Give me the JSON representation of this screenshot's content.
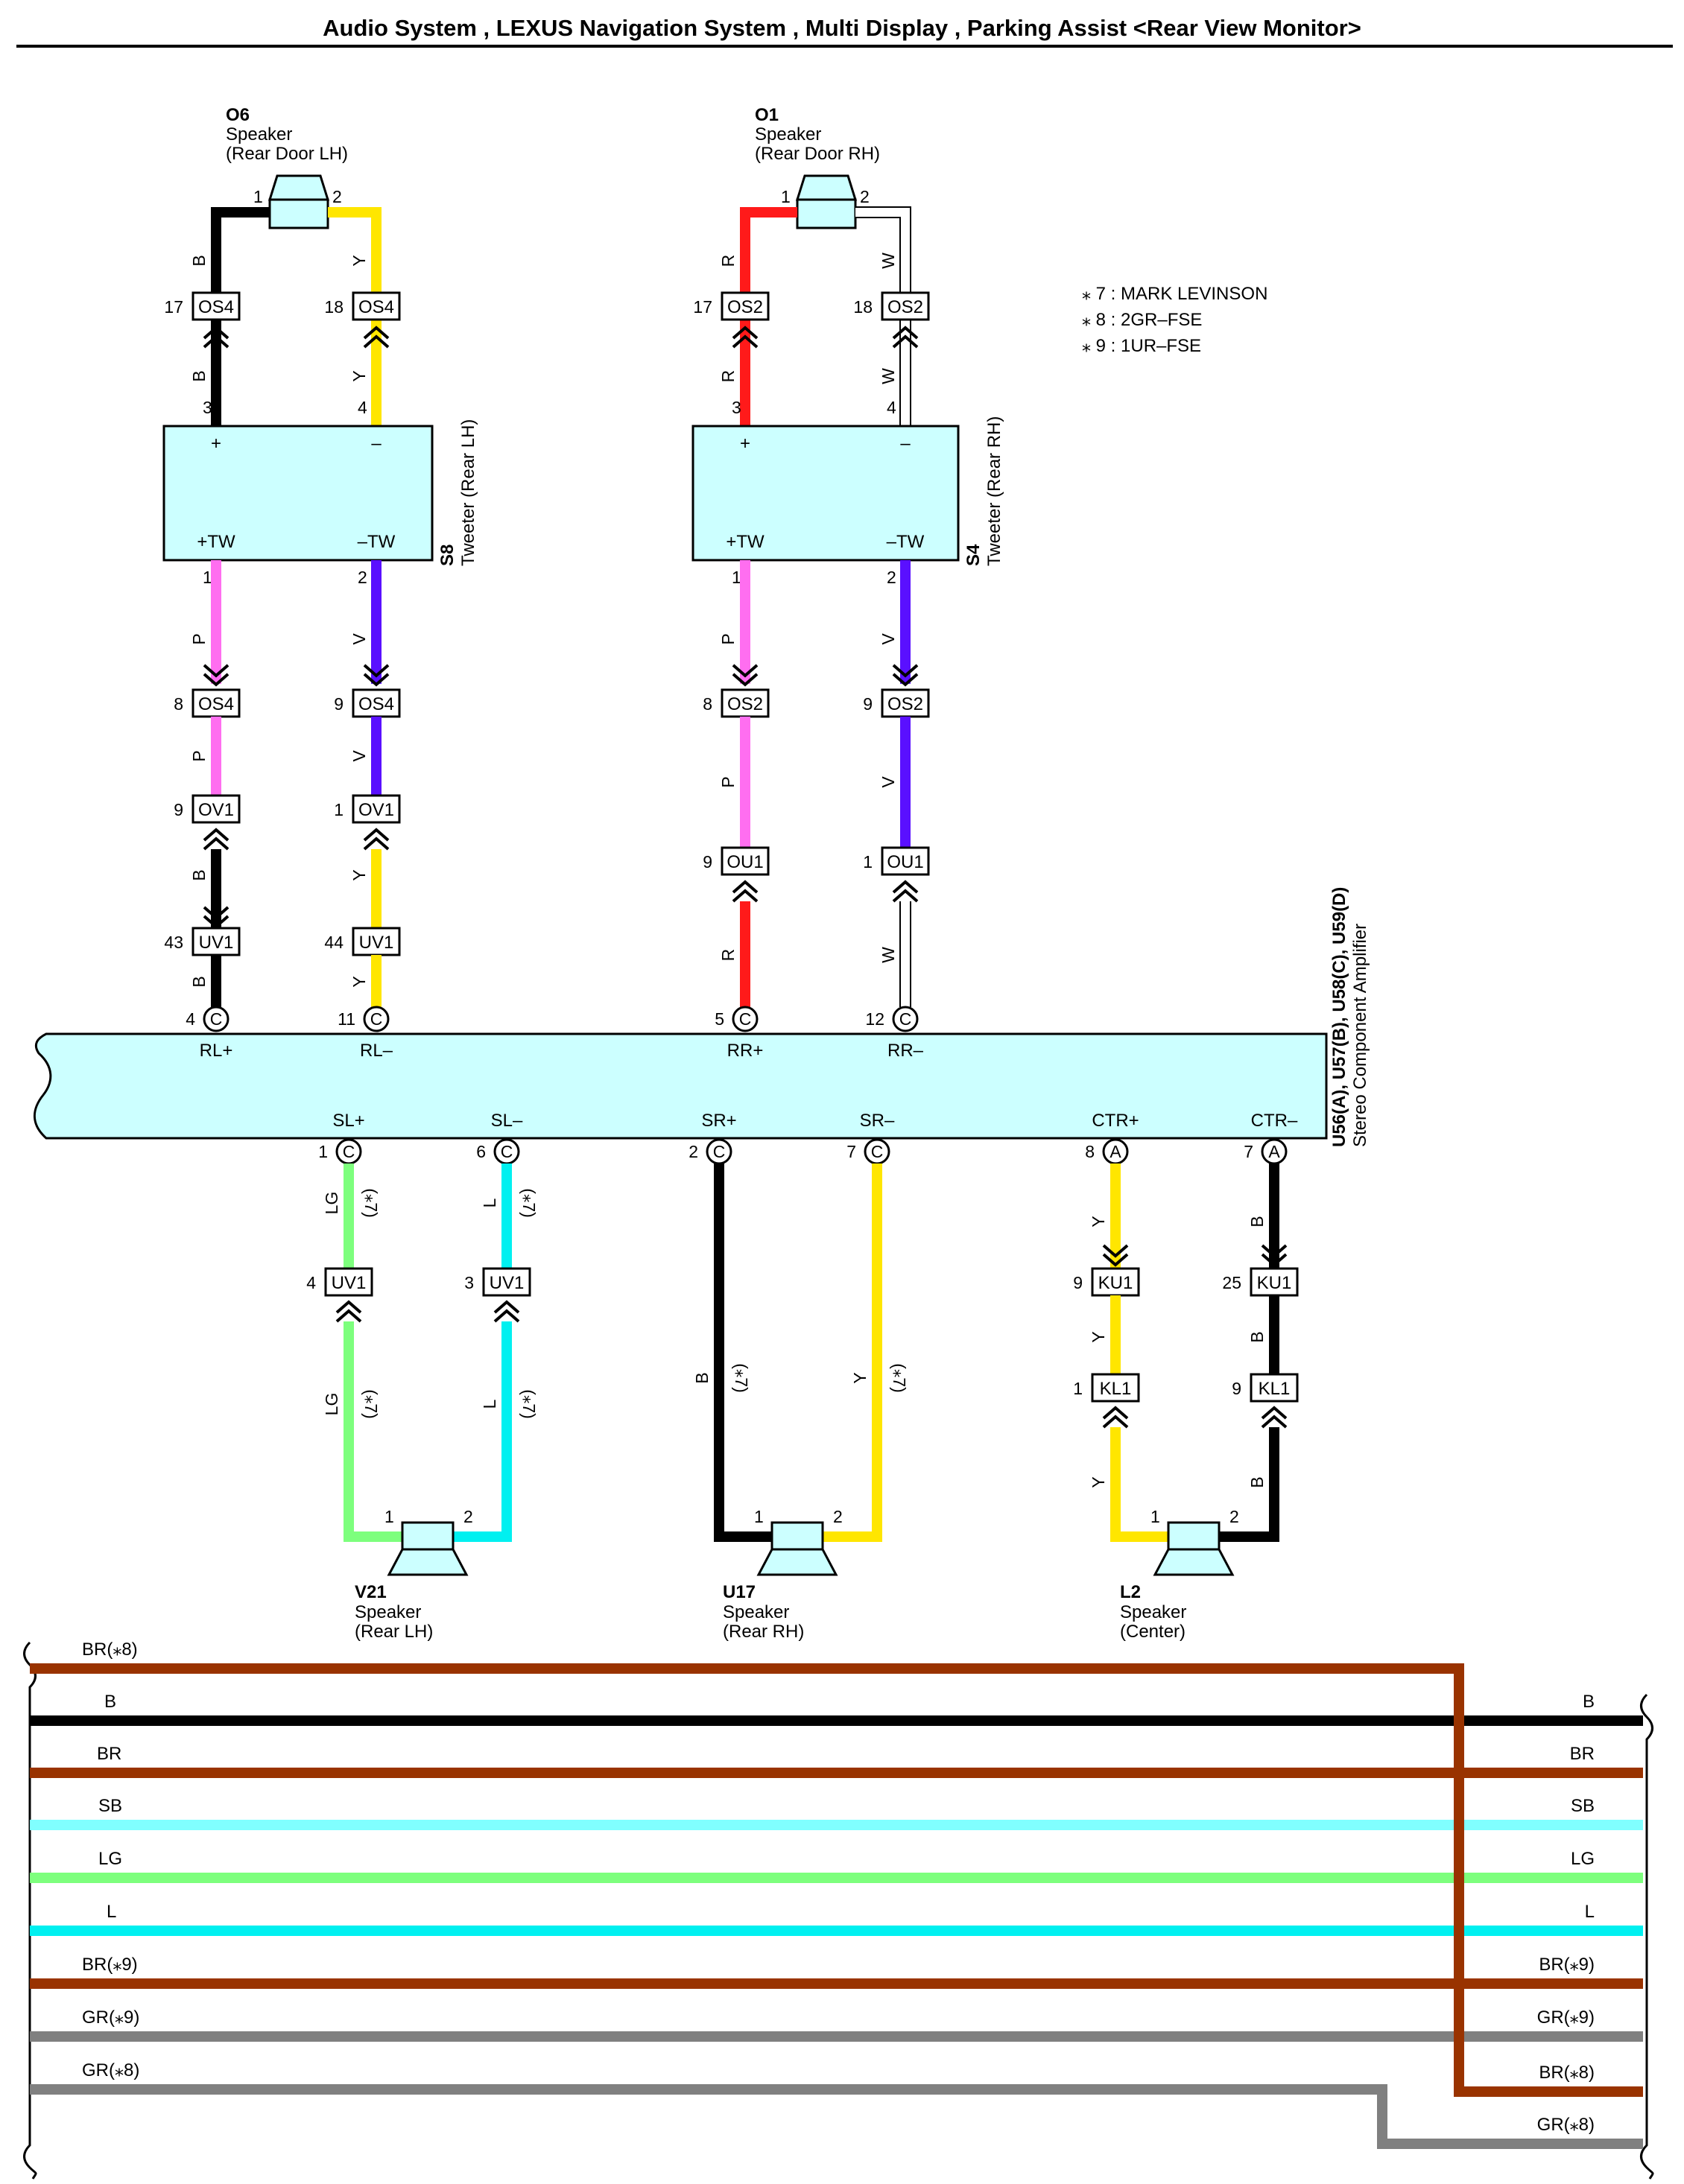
{
  "title": "Audio System , LEXUS Navigation System , Multi Display , Parking Assist <Rear View Monitor>",
  "notes": [
    "⁎ 7 : MARK LEVINSON",
    "⁎ 8 : 2GR–FSE",
    "⁎ 9 : 1UR–FSE"
  ],
  "colors": {
    "B": "#000000",
    "Y": "#ffe600",
    "R": "#ff1a1a",
    "W": "#ffffff",
    "P": "#ff6ef0",
    "V": "#5a10ff",
    "LG": "#7dff7d",
    "L": "#00f0f0",
    "BR": "#993300",
    "SB": "#80ffff",
    "GR": "#808080",
    "box_fill": "#ccffff"
  },
  "speakers": {
    "o6": {
      "code": "O6",
      "name": "Speaker",
      "loc": "(Rear Door LH)",
      "pin1": "1",
      "pin2": "2"
    },
    "o1": {
      "code": "O1",
      "name": "Speaker",
      "loc": "(Rear Door RH)",
      "pin1": "1",
      "pin2": "2"
    },
    "v21": {
      "code": "V21",
      "name": "Speaker",
      "loc": "(Rear LH)",
      "pin1": "1",
      "pin2": "2"
    },
    "u17": {
      "code": "U17",
      "name": "Speaker",
      "loc": "(Rear RH)",
      "pin1": "1",
      "pin2": "2"
    },
    "l2": {
      "code": "L2",
      "name": "Speaker",
      "loc": "(Center)",
      "pin1": "1",
      "pin2": "2"
    }
  },
  "tweeters": {
    "s8": {
      "code": "S8",
      "name": "Tweeter (Rear LH)",
      "plus": "+",
      "minus": "–",
      "tw_plus": "+TW",
      "tw_minus": "–TW",
      "pin_in_plus": "3",
      "pin_in_minus": "4",
      "pin_out_plus": "1",
      "pin_out_minus": "2"
    },
    "s4": {
      "code": "S4",
      "name": "Tweeter (Rear RH)",
      "plus": "+",
      "minus": "–",
      "tw_plus": "+TW",
      "tw_minus": "–TW",
      "pin_in_plus": "3",
      "pin_in_minus": "4",
      "pin_out_plus": "1",
      "pin_out_minus": "2"
    }
  },
  "amplifier": {
    "code": "U56(A), U57(B), U58(C), U59(D)",
    "name": "Stereo Component Amplifier",
    "top_terminals": [
      {
        "label": "RL+",
        "pin": "4",
        "conn": "C"
      },
      {
        "label": "RL–",
        "pin": "11",
        "conn": "C"
      },
      {
        "label": "RR+",
        "pin": "5",
        "conn": "C"
      },
      {
        "label": "RR–",
        "pin": "12",
        "conn": "C"
      }
    ],
    "bottom_terminals": [
      {
        "label": "SL+",
        "pin": "1",
        "conn": "C"
      },
      {
        "label": "SL–",
        "pin": "6",
        "conn": "C"
      },
      {
        "label": "SR+",
        "pin": "2",
        "conn": "C"
      },
      {
        "label": "SR–",
        "pin": "7",
        "conn": "C"
      },
      {
        "label": "CTR+",
        "pin": "8",
        "conn": "A"
      },
      {
        "label": "CTR–",
        "pin": "7",
        "conn": "A"
      }
    ]
  },
  "wire_codes": {
    "o6_plus": "B",
    "o6_minus": "Y",
    "o1_plus": "R",
    "o1_minus": "W",
    "s8_plus_out": "P",
    "s8_minus_out": "V",
    "s4_plus_out": "P",
    "s4_minus_out": "V",
    "rl_plus_low": "B",
    "rl_minus_low": "Y",
    "rr_plus_low": "R",
    "rr_minus_low": "W",
    "sl_plus": "LG",
    "sl_minus": "L",
    "sr_plus": "B",
    "sr_minus": "Y",
    "ctr_plus": "Y",
    "ctr_minus": "B"
  },
  "note_marks": {
    "n7": "(⁎7)"
  },
  "connectors": {
    "os4": "OS4",
    "os2": "OS2",
    "ov1": "OV1",
    "ou1": "OU1",
    "uv1": "UV1",
    "ku1": "KU1",
    "kl1": "KL1"
  },
  "connector_pins": {
    "os4_top_l": "17",
    "os4_top_r": "18",
    "os2_top_l": "17",
    "os2_top_r": "18",
    "os4_mid_l": "8",
    "os4_mid_r": "9",
    "os2_mid_l": "8",
    "os2_mid_r": "9",
    "ov1_l": "9",
    "ov1_r": "1",
    "ou1_l": "9",
    "ou1_r": "1",
    "uv1_up_l": "43",
    "uv1_up_r": "44",
    "uv1_low_l": "4",
    "uv1_low_r": "3",
    "ku1_l": "9",
    "ku1_r": "25",
    "kl1_l": "1",
    "kl1_r": "9"
  },
  "bus_lines": {
    "left": [
      "BR(⁎8)",
      "B",
      "BR",
      "SB",
      "LG",
      "L",
      "BR(⁎9)",
      "GR(⁎9)",
      "GR(⁎8)"
    ],
    "right": [
      "B",
      "BR",
      "SB",
      "LG",
      "L",
      "BR(⁎9)",
      "GR(⁎9)",
      "BR(⁎8)",
      "GR(⁎8)"
    ]
  }
}
